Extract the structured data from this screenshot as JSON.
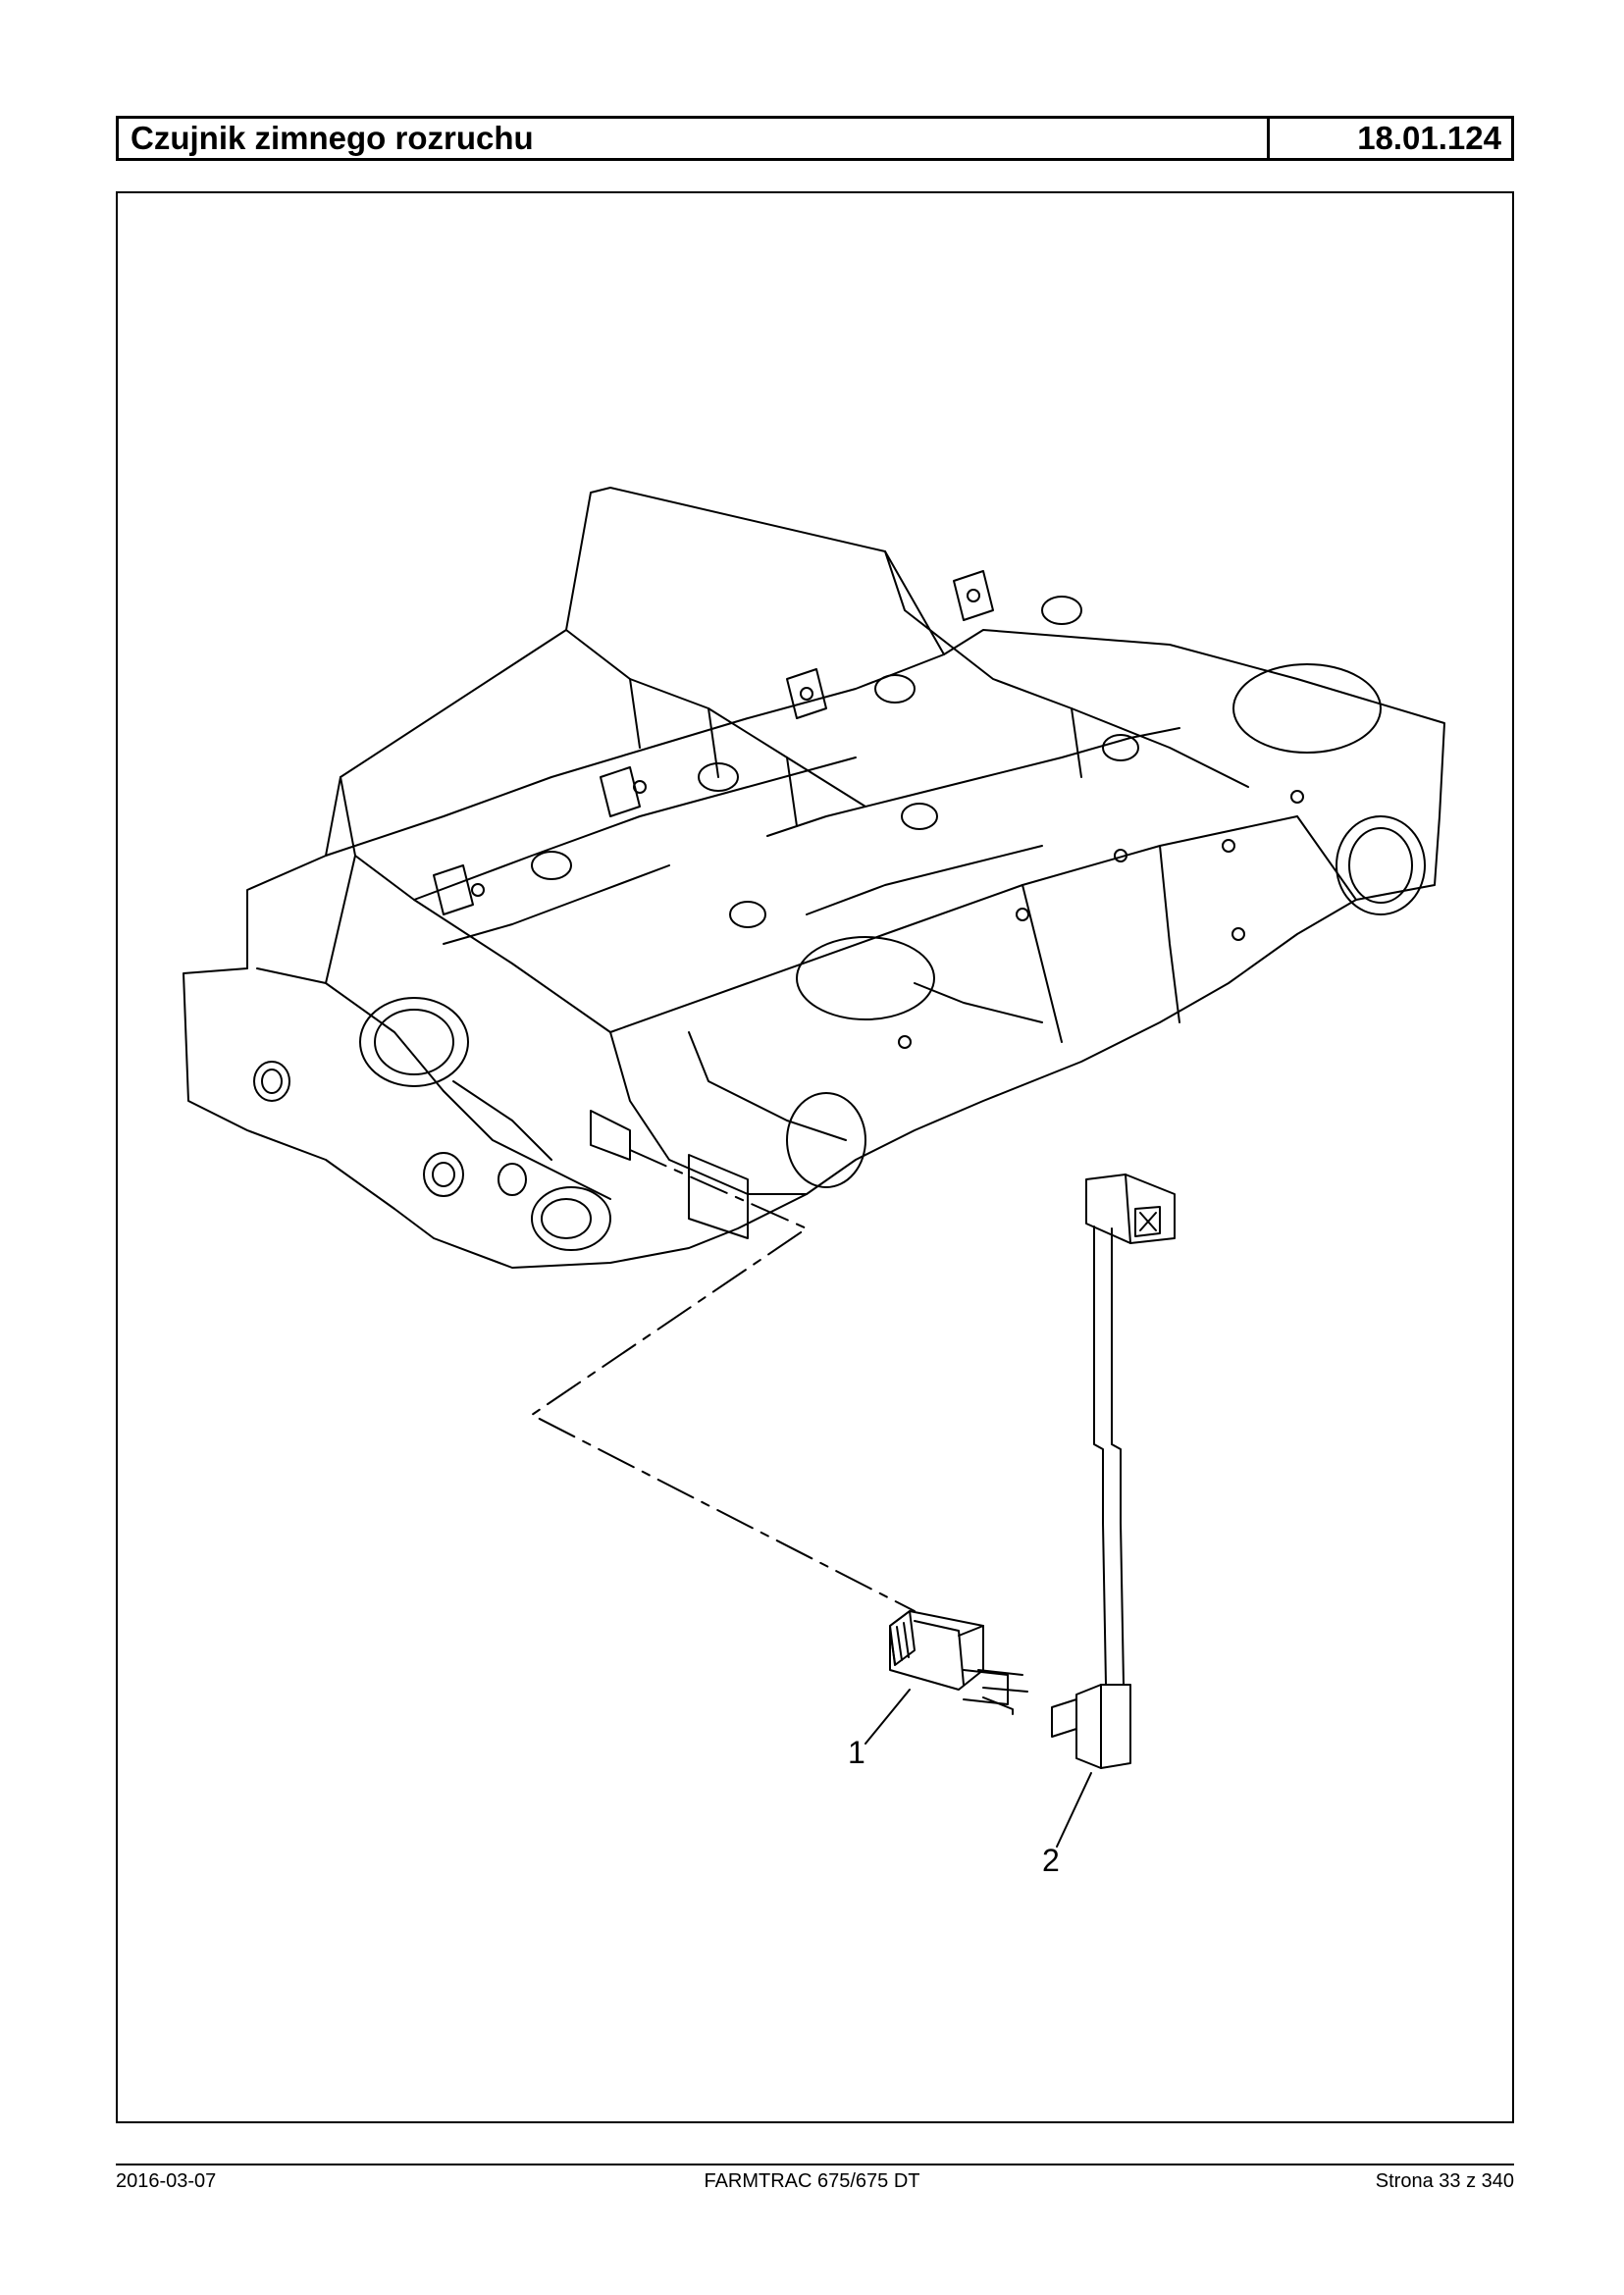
{
  "header": {
    "title": "Czujnik zimnego rozruchu",
    "code": "18.01.124"
  },
  "drawing": {
    "callouts": [
      "1",
      "2"
    ]
  },
  "footer": {
    "date": "2016-03-07",
    "model": "FARMTRAC 675/675 DT",
    "page": "Strona 33 z 340"
  }
}
